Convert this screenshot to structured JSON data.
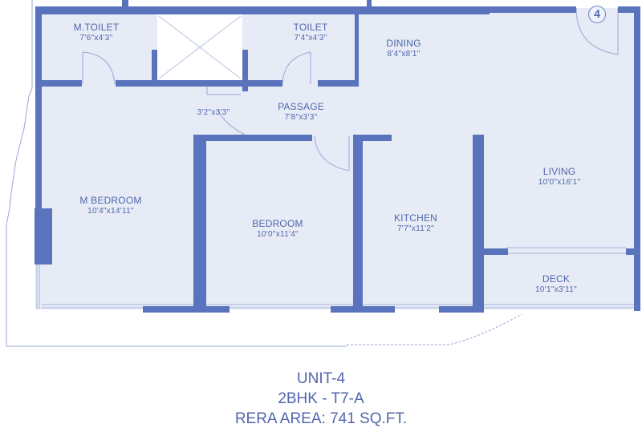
{
  "unit_badge": "4",
  "rooms": {
    "m_toilet": {
      "name": "M.TOILET",
      "dim": "7'6\"x4'3\""
    },
    "toilet": {
      "name": "TOILET",
      "dim": "7'4\"x4'3\""
    },
    "dining": {
      "name": "DINING",
      "dim": "8'4\"x8'1\""
    },
    "passage": {
      "name": "PASSAGE",
      "dim": "7'8\"x3'3\""
    },
    "passage_alcove": {
      "dim": "3'2\"x3'3\""
    },
    "m_bedroom": {
      "name": "M BEDROOM",
      "dim": "10'4\"x14'11\""
    },
    "bedroom": {
      "name": "BEDROOM",
      "dim": "10'0\"x11'4\""
    },
    "kitchen": {
      "name": "KITCHEN",
      "dim": "7'7\"x11'2\""
    },
    "living": {
      "name": "LIVING",
      "dim": "10'0\"x16'1\""
    },
    "deck": {
      "name": "DECK",
      "dim": "10'1\"x3'11\""
    }
  },
  "caption": {
    "unit": "UNIT-4",
    "type": "2BHK - T7-A",
    "area": "RERA AREA: 741 SQ.FT."
  },
  "colors": {
    "wall": "#5a73bd",
    "floor": "#e6ebf6",
    "text": "#5166ad"
  }
}
